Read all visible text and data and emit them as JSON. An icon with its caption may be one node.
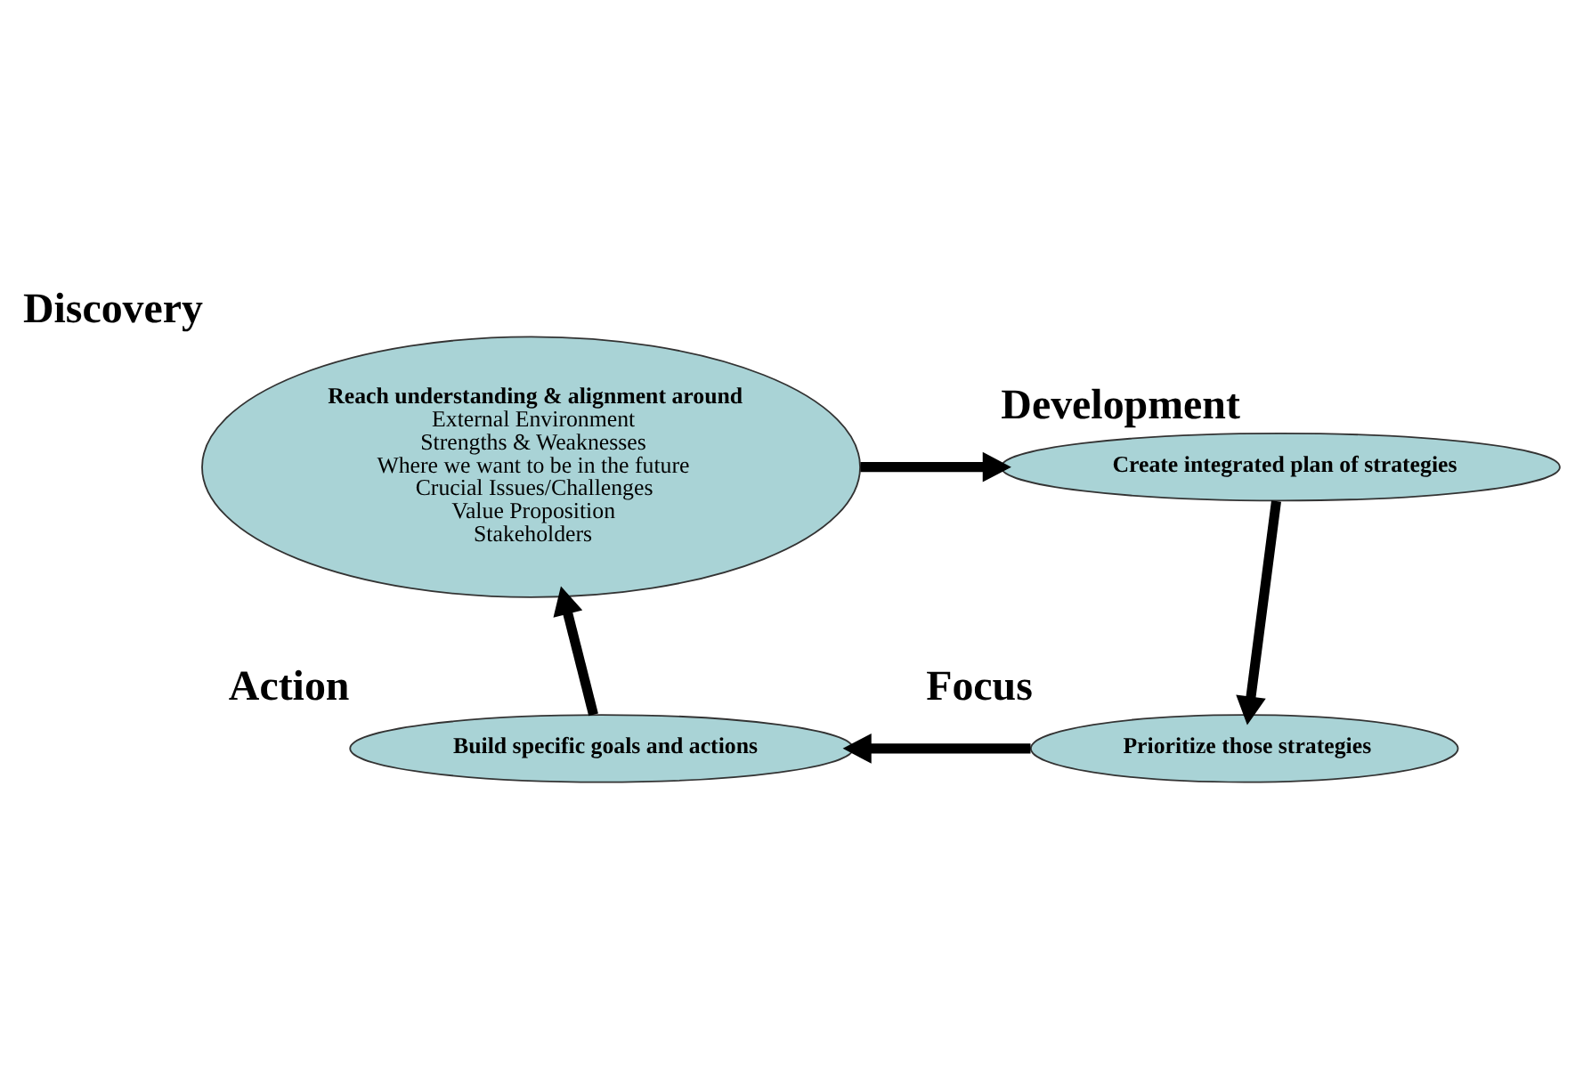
{
  "diagram": {
    "nodes": [
      {
        "text": [
          "Reach understanding & alignment around",
          "External Environment",
          "Strengths & Weaknesses",
          "Where we want to be in the future",
          "Crucial Issues/Challenges",
          "Value Proposition",
          "Stakeholders"
        ],
        "beside": [
          "Discovery"
        ]
      },
      {
        "text": [
          "Create integrated plan of strategies"
        ],
        "beside": [
          "Development"
        ]
      },
      {
        "text": [
          "Prioritize those strategies"
        ],
        "beside": [
          "Focus"
        ]
      },
      {
        "text": [
          "Build specific goals and actions"
        ],
        "beside": [
          "Action"
        ]
      }
    ],
    "edges": [
      {
        "from": 0,
        "to": 1,
        "arrow": "to"
      },
      {
        "from": 1,
        "to": 2,
        "arrow": "to"
      },
      {
        "from": 2,
        "to": 3,
        "arrow": "to"
      },
      {
        "from": 3,
        "to": 0,
        "arrow": "to"
      }
    ]
  }
}
